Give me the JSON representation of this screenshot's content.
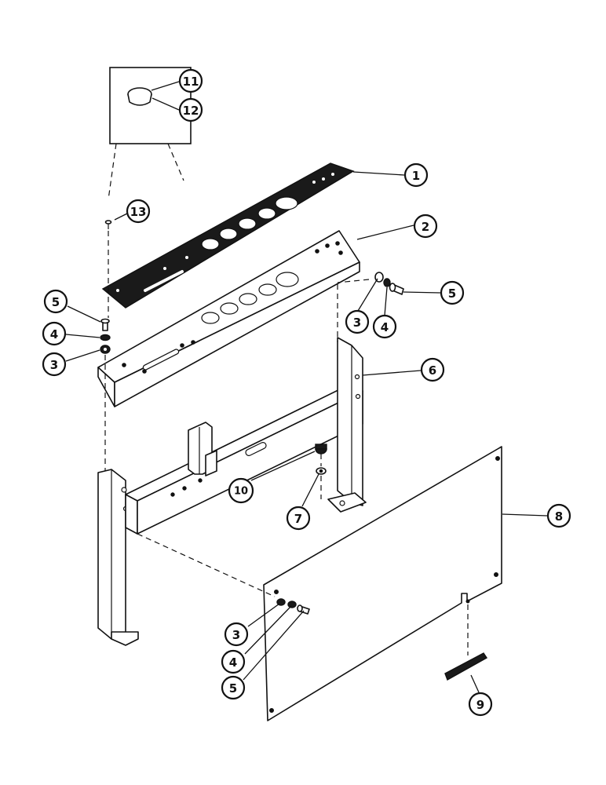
{
  "callouts": [
    {
      "id": "c1",
      "label": "1"
    },
    {
      "id": "c2",
      "label": "2"
    },
    {
      "id": "c3a",
      "label": "3"
    },
    {
      "id": "c3b",
      "label": "3"
    },
    {
      "id": "c3c",
      "label": "3"
    },
    {
      "id": "c4a",
      "label": "4"
    },
    {
      "id": "c4b",
      "label": "4"
    },
    {
      "id": "c4c",
      "label": "4"
    },
    {
      "id": "c5a",
      "label": "5"
    },
    {
      "id": "c5b",
      "label": "5"
    },
    {
      "id": "c5c",
      "label": "5"
    },
    {
      "id": "c6",
      "label": "6"
    },
    {
      "id": "c7",
      "label": "7"
    },
    {
      "id": "c8",
      "label": "8"
    },
    {
      "id": "c9",
      "label": "9"
    },
    {
      "id": "c10",
      "label": "10"
    },
    {
      "id": "c11",
      "label": "11"
    },
    {
      "id": "c12",
      "label": "12"
    },
    {
      "id": "c13",
      "label": "13"
    }
  ]
}
